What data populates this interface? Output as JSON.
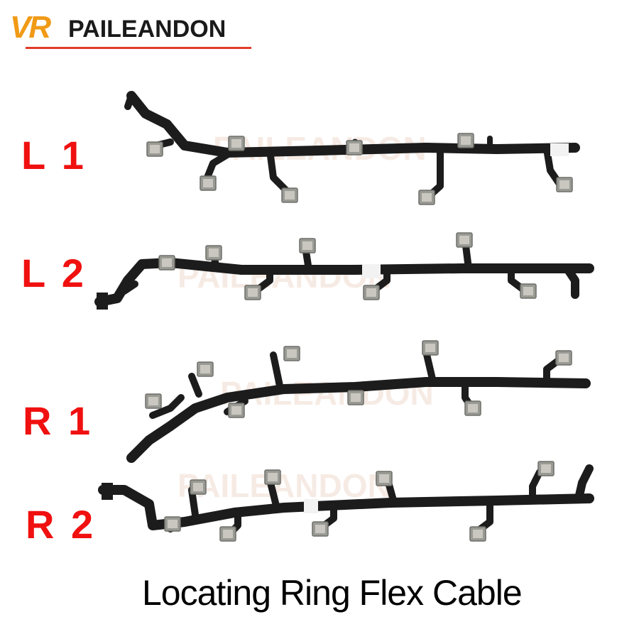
{
  "logo": {
    "mark": "VR",
    "brand": "PAILEANDON"
  },
  "labels": {
    "l1": "L 1",
    "l2": "L 2",
    "r1": "R 1",
    "r2": "R 2"
  },
  "caption": "Locating Ring Flex Cable",
  "watermark": "PAILEANDON",
  "colors": {
    "label": "#f01010",
    "logo_mark": "#f19a16",
    "logo_bar": "#e23b2a",
    "cable": "#1c1c1c"
  }
}
